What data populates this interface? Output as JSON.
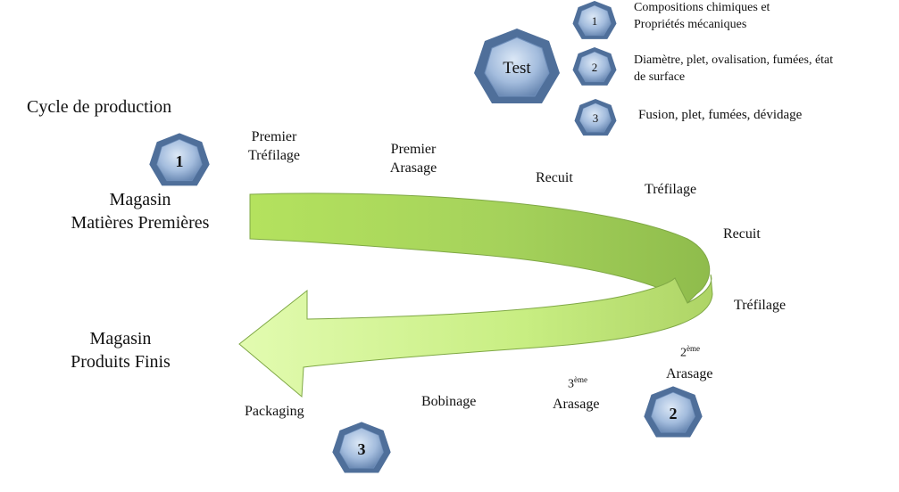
{
  "title": "Cycle de production",
  "test": {
    "label": "Test",
    "items": [
      {
        "num": "1",
        "lines": [
          "Compositions chimiques et",
          "Propriétés mécaniques"
        ]
      },
      {
        "num": "2",
        "lines": [
          "Diamètre, plet, ovalisation, fumées, état",
          "de surface"
        ]
      },
      {
        "num": "3",
        "lines": [
          "Fusion, plet, fumées, dévidage"
        ]
      }
    ]
  },
  "stores": {
    "raw": {
      "num": "1",
      "line1": "Magasin",
      "line2": "Matières Premières"
    },
    "finished": {
      "line1": "Magasin",
      "line2": "Produits Finis"
    }
  },
  "steps": {
    "premier_trefilage": {
      "line1": "Premier",
      "line2": "Tréfilage"
    },
    "premier_arasage": {
      "line1": "Premier",
      "line2": "Arasage"
    },
    "recuit_1": "Recuit",
    "trefilage_1": "Tréfilage",
    "recuit_2": "Recuit",
    "trefilage_2": "Tréfilage",
    "arasage_2": {
      "ordinal": "2",
      "sup": "ème",
      "label": "Arasage"
    },
    "arasage_3": {
      "ordinal": "3",
      "sup": "ème",
      "label": "Arasage"
    },
    "bobinage": "Bobinage",
    "packaging": "Packaging"
  },
  "badges": {
    "b2": "2",
    "b3": "3"
  },
  "colors": {
    "arrow_fill": "#c6ec7a",
    "arrow_dark": "#98c84c",
    "arrow_edge": "#6e8f3a",
    "badge_light": "#c9d9ee",
    "badge_mid": "#7d9cc6",
    "badge_dark": "#4a6a95",
    "badge_edge": "#3c5578"
  }
}
